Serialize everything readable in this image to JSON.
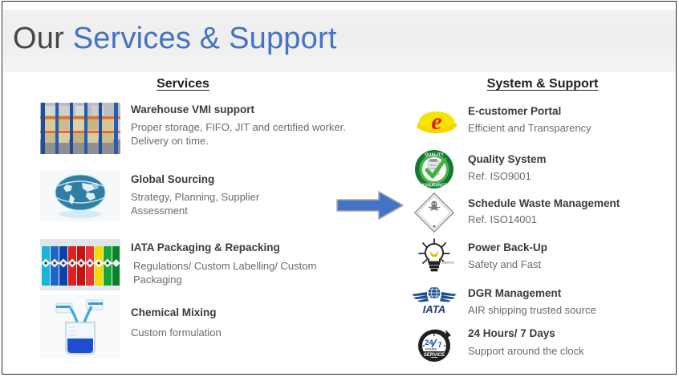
{
  "slide": {
    "title_plain": "Our",
    "title_accent": "Services & Support",
    "accent_color": "#4472c4",
    "title_color": "#4a4643",
    "band_color": "#f1f1f1",
    "border_color": "#2b2b2b"
  },
  "columns": {
    "left": {
      "heading": "Services",
      "items": [
        {
          "title": "Warehouse VMI support",
          "desc": "Proper storage, FIFO, JIT and certified worker. Delivery on time.",
          "image": "warehouse-racking-photo"
        },
        {
          "title": "Global Sourcing",
          "desc": "Strategy, Planning, Supplier Assessment",
          "image": "blue-globe-photo"
        },
        {
          "title": "IATA Packaging & Repacking",
          "desc": "Regulations/ Custom Labelling/ Custom Packaging",
          "image": "colored-chemical-drums-photo"
        },
        {
          "title": "Chemical Mixing",
          "desc": "Custom formulation",
          "image": "beaker-mixing-photo"
        }
      ]
    },
    "right": {
      "heading": "System & Support",
      "items": [
        {
          "title": "E-customer Portal",
          "desc": "Efficient and Transparency",
          "icon": "internet-explorer-e-icon"
        },
        {
          "title": "Quality System",
          "desc": "Ref. ISO9001",
          "icon": "quality-assurance-badge-icon"
        },
        {
          "title": "Schedule Waste Management",
          "desc": "Ref. ISO14001",
          "icon": "toxic-hazard-diamond-icon"
        },
        {
          "title": "Power Back-Up",
          "desc": "Safety and Fast",
          "icon": "lightbulb-icon"
        },
        {
          "title": "DGR Management",
          "desc": "AIR shipping trusted source",
          "icon": "iata-winged-globe-icon"
        },
        {
          "title": "24 Hours/ 7 Days",
          "desc": "Support around the clock",
          "icon": "24-7-service-clock-icon"
        }
      ]
    }
  },
  "arrow": {
    "name": "right-flow-arrow",
    "fill": "#4472c4",
    "stroke": "#a6a6a6"
  },
  "badge_text": {
    "quality_top": "QUALITY",
    "quality_bottom": "ASSURANCE",
    "iata": "IATA",
    "clock_24": "24",
    "clock_7": "7",
    "clock_hours": "HOURS",
    "clock_service": "SERVICE",
    "ie_letter": "e"
  }
}
